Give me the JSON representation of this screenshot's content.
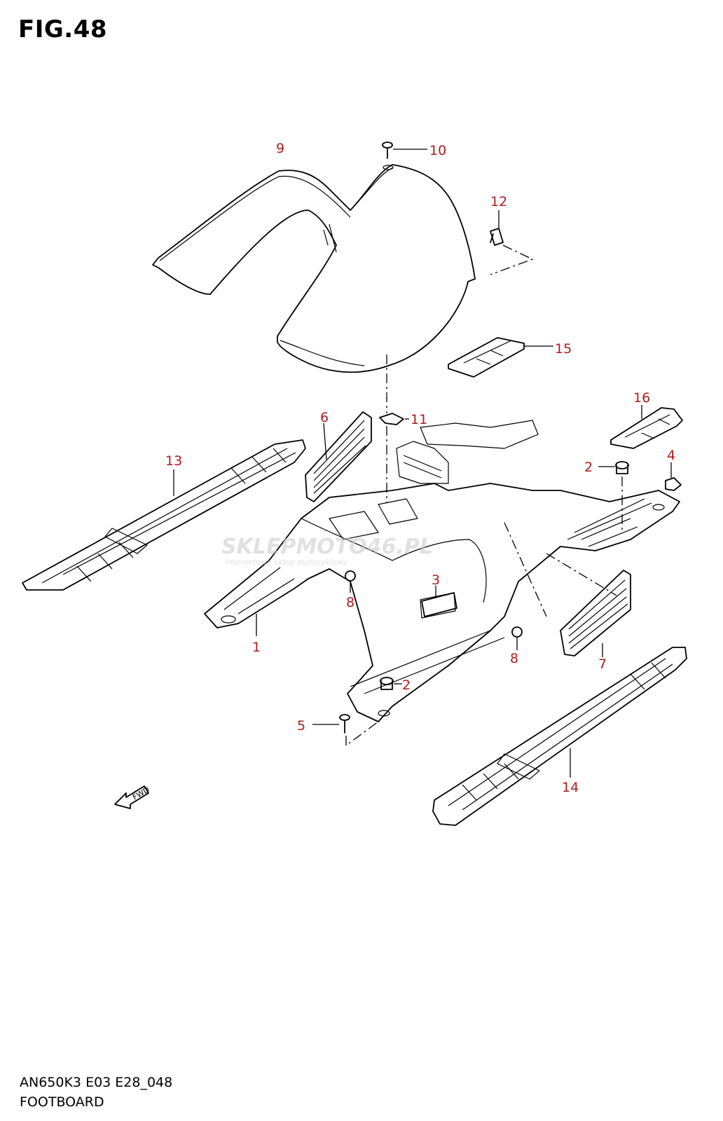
{
  "figure": {
    "title": "FIG.48",
    "model_code": "AN650K3 E03 E28_048",
    "section_name": "FOOTBOARD"
  },
  "watermark": {
    "brand": "SKLEPMOTO46.PL",
    "tagline": "internetowy sklep motocyklowy"
  },
  "fwd_arrow": {
    "label": "FWD"
  },
  "colors": {
    "callout": "#b01c1c",
    "line": "#000000",
    "watermark": "#c9c9c9"
  },
  "callouts": [
    {
      "id": "c9",
      "number": "9"
    },
    {
      "id": "c10",
      "number": "10"
    },
    {
      "id": "c12",
      "number": "12"
    },
    {
      "id": "c15",
      "number": "15"
    },
    {
      "id": "c6",
      "number": "6"
    },
    {
      "id": "c11",
      "number": "11"
    },
    {
      "id": "c16",
      "number": "16"
    },
    {
      "id": "c13",
      "number": "13"
    },
    {
      "id": "c2a",
      "number": "2"
    },
    {
      "id": "c4",
      "number": "4"
    },
    {
      "id": "c3",
      "number": "3"
    },
    {
      "id": "c8a",
      "number": "8"
    },
    {
      "id": "c1",
      "number": "1"
    },
    {
      "id": "c8b",
      "number": "8"
    },
    {
      "id": "c7",
      "number": "7"
    },
    {
      "id": "c2b",
      "number": "2"
    },
    {
      "id": "c5",
      "number": "5"
    },
    {
      "id": "c14",
      "number": "14"
    }
  ]
}
